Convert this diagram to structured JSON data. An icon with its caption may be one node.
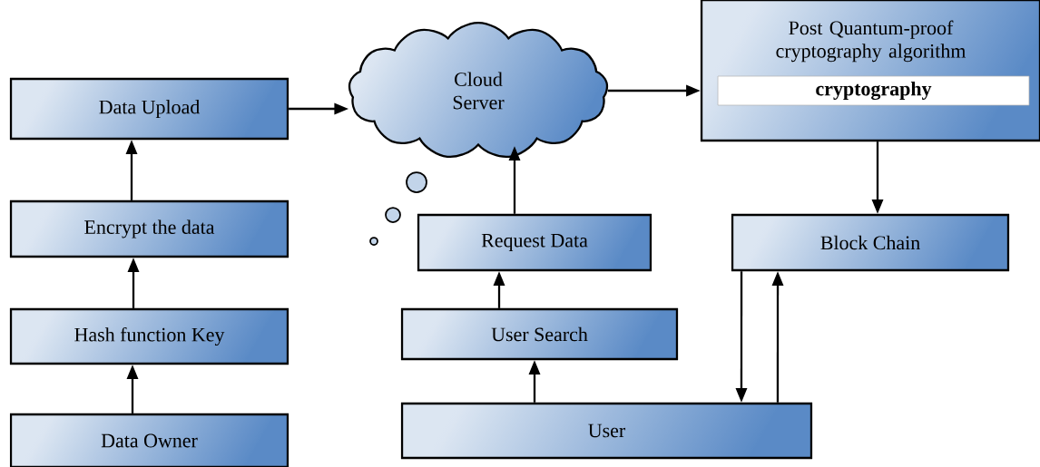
{
  "diagram": {
    "nodes": [
      {
        "text": [
          "Data Upload"
        ]
      },
      {
        "text": [
          "Encrypt the data"
        ]
      },
      {
        "text": [
          "Hash function Key"
        ]
      },
      {
        "text": [
          "Data Owner"
        ]
      },
      {
        "text": [
          "Cloud Server"
        ]
      },
      {
        "text": [
          "Post Quantum-proof cryptography algorithm"
        ]
      },
      {
        "text": [
          "cryptography"
        ],
        "in": 5
      },
      {
        "text": [
          "Request Data"
        ]
      },
      {
        "text": [
          "Block Chain"
        ]
      },
      {
        "text": [
          "User Search"
        ]
      },
      {
        "text": [
          "User"
        ]
      }
    ],
    "edges": [
      {
        "from": 3,
        "to": 2,
        "arrow": "to"
      },
      {
        "from": 2,
        "to": 1,
        "arrow": "to"
      },
      {
        "from": 1,
        "to": 0,
        "arrow": "to"
      },
      {
        "from": 0,
        "to": 4,
        "arrow": "to"
      },
      {
        "from": 4,
        "to": 5,
        "arrow": "to"
      },
      {
        "from": 5,
        "to": 8,
        "arrow": "to"
      },
      {
        "from": 7,
        "to": 4,
        "arrow": "to"
      },
      {
        "from": 9,
        "to": 7,
        "arrow": "to"
      },
      {
        "from": 10,
        "to": 9,
        "arrow": "to"
      },
      {
        "from": 8,
        "to": 10,
        "arrow": "to"
      },
      {
        "from": 10,
        "to": 8,
        "arrow": "to"
      }
    ]
  }
}
